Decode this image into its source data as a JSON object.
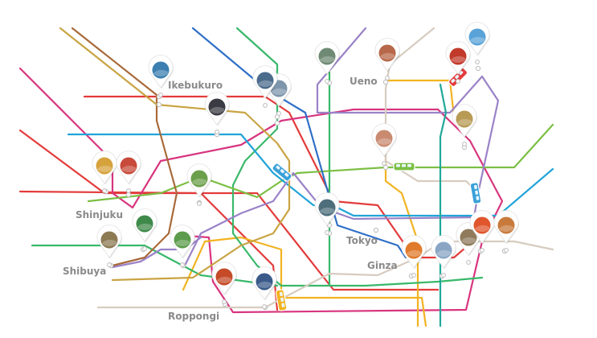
{
  "title": "",
  "districts": [
    {
      "id": "ikebukuro",
      "name": "Ikebukuro"
    },
    {
      "id": "ueno",
      "name": "Ueno"
    },
    {
      "id": "shinjuku",
      "name": "Shinjuku"
    },
    {
      "id": "tokyo",
      "name": "Tokyo"
    },
    {
      "id": "ginza",
      "name": "Ginza"
    },
    {
      "id": "shibuya",
      "name": "Shibuya"
    },
    {
      "id": "roppongi",
      "name": "Roppongi"
    }
  ],
  "line_colors": {
    "red": "#e33b3b",
    "magenta": "#d8357f",
    "orange": "#f2b322",
    "green": "#39b86a",
    "lime": "#7bbf44",
    "cyan": "#21a4d8",
    "blue": "#2e6fc7",
    "purple": "#9a82c8",
    "brown": "#a86a3a",
    "gold": "#c9a443",
    "beige": "#d7ccc0",
    "teal": "#20a89a"
  },
  "trains": [
    {
      "id": "train-north",
      "color": "#e33b3b"
    },
    {
      "id": "train-center",
      "color": "#3aa0d8"
    },
    {
      "id": "train-east",
      "color": "#3aa0d8"
    },
    {
      "id": "train-mid",
      "color": "#7bbf44"
    },
    {
      "id": "train-south",
      "color": "#f2b322"
    }
  ],
  "photo_pins": [
    {
      "id": "pin-skytree",
      "subject": "skytree",
      "color": "#5aa3d8"
    },
    {
      "id": "pin-kaminarimon",
      "subject": "gate",
      "color": "#c23a2a"
    },
    {
      "id": "pin-ueno-market",
      "subject": "market",
      "color": "#b8684a"
    },
    {
      "id": "pin-north-street",
      "subject": "street",
      "color": "#6f8a74"
    },
    {
      "id": "pin-ikebukuro-tower",
      "subject": "tower",
      "color": "#3c7fb0"
    },
    {
      "id": "pin-city-building",
      "subject": "building",
      "color": "#7e96ac"
    },
    {
      "id": "pin-night-view",
      "subject": "night",
      "color": "#3b3b44"
    },
    {
      "id": "pin-shrine",
      "subject": "shrine",
      "color": "#b79a54"
    },
    {
      "id": "pin-tokyo-station",
      "subject": "station",
      "color": "#c98a70"
    },
    {
      "id": "pin-shinjuku-night",
      "subject": "night-city",
      "color": "#d6a23c"
    },
    {
      "id": "pin-shinjuku-shop",
      "subject": "shop",
      "color": "#c84a3a"
    },
    {
      "id": "pin-garden",
      "subject": "garden",
      "color": "#6c9f4a"
    },
    {
      "id": "pin-forest",
      "subject": "forest",
      "color": "#3f8a4a"
    },
    {
      "id": "pin-tokyo-street",
      "subject": "street",
      "color": "#4d6e7a"
    },
    {
      "id": "pin-shibuya-crossing",
      "subject": "crossing",
      "color": "#8c7a52"
    },
    {
      "id": "pin-park",
      "subject": "park",
      "color": "#5c9c4c"
    },
    {
      "id": "pin-tokyo-tower",
      "subject": "tower-night",
      "color": "#c44a28"
    },
    {
      "id": "pin-skyline",
      "subject": "skyline",
      "color": "#3a5a8a"
    },
    {
      "id": "pin-ginza-sunset",
      "subject": "sunset",
      "color": "#e07a2c"
    },
    {
      "id": "pin-ginza-lake",
      "subject": "lake",
      "color": "#8aa6c4"
    },
    {
      "id": "pin-temple",
      "subject": "temple",
      "color": "#8f7a5c"
    },
    {
      "id": "pin-sushi",
      "subject": "sushi",
      "color": "#e0552c"
    },
    {
      "id": "pin-ramen",
      "subject": "food",
      "color": "#c87a3c"
    },
    {
      "id": "pin-bay-bridge",
      "subject": "bridge",
      "color": "#4c6c8c"
    }
  ]
}
